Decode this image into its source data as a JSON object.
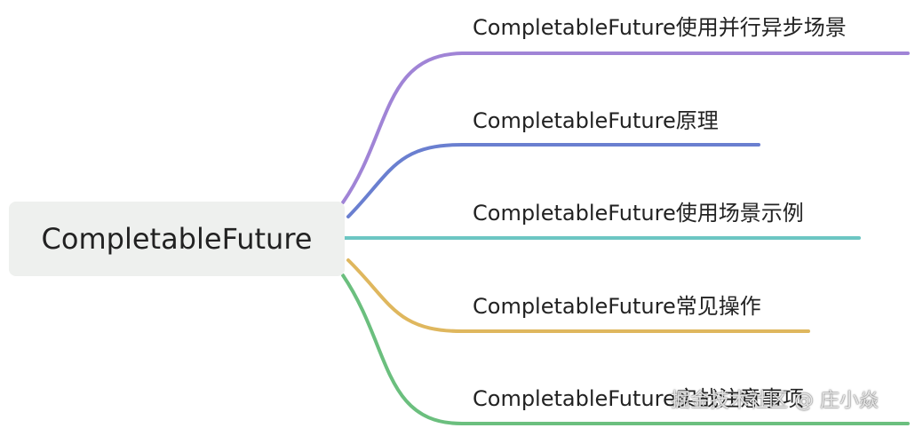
{
  "root": {
    "label": "CompletableFuture"
  },
  "branches": [
    {
      "label": "CompletableFuture使用并行异步场景",
      "color": "#a084d6"
    },
    {
      "label": "CompletableFuture原理",
      "color": "#6a7fd0"
    },
    {
      "label": "CompletableFuture使用场景示例",
      "color": "#6cc6c3"
    },
    {
      "label": "CompletableFuture常见操作",
      "color": "#dfb75e"
    },
    {
      "label": "CompletableFuture实战注意事项",
      "color": "#6bbf7e"
    }
  ],
  "watermark": "掘金技术社区 @ 庄小焱"
}
